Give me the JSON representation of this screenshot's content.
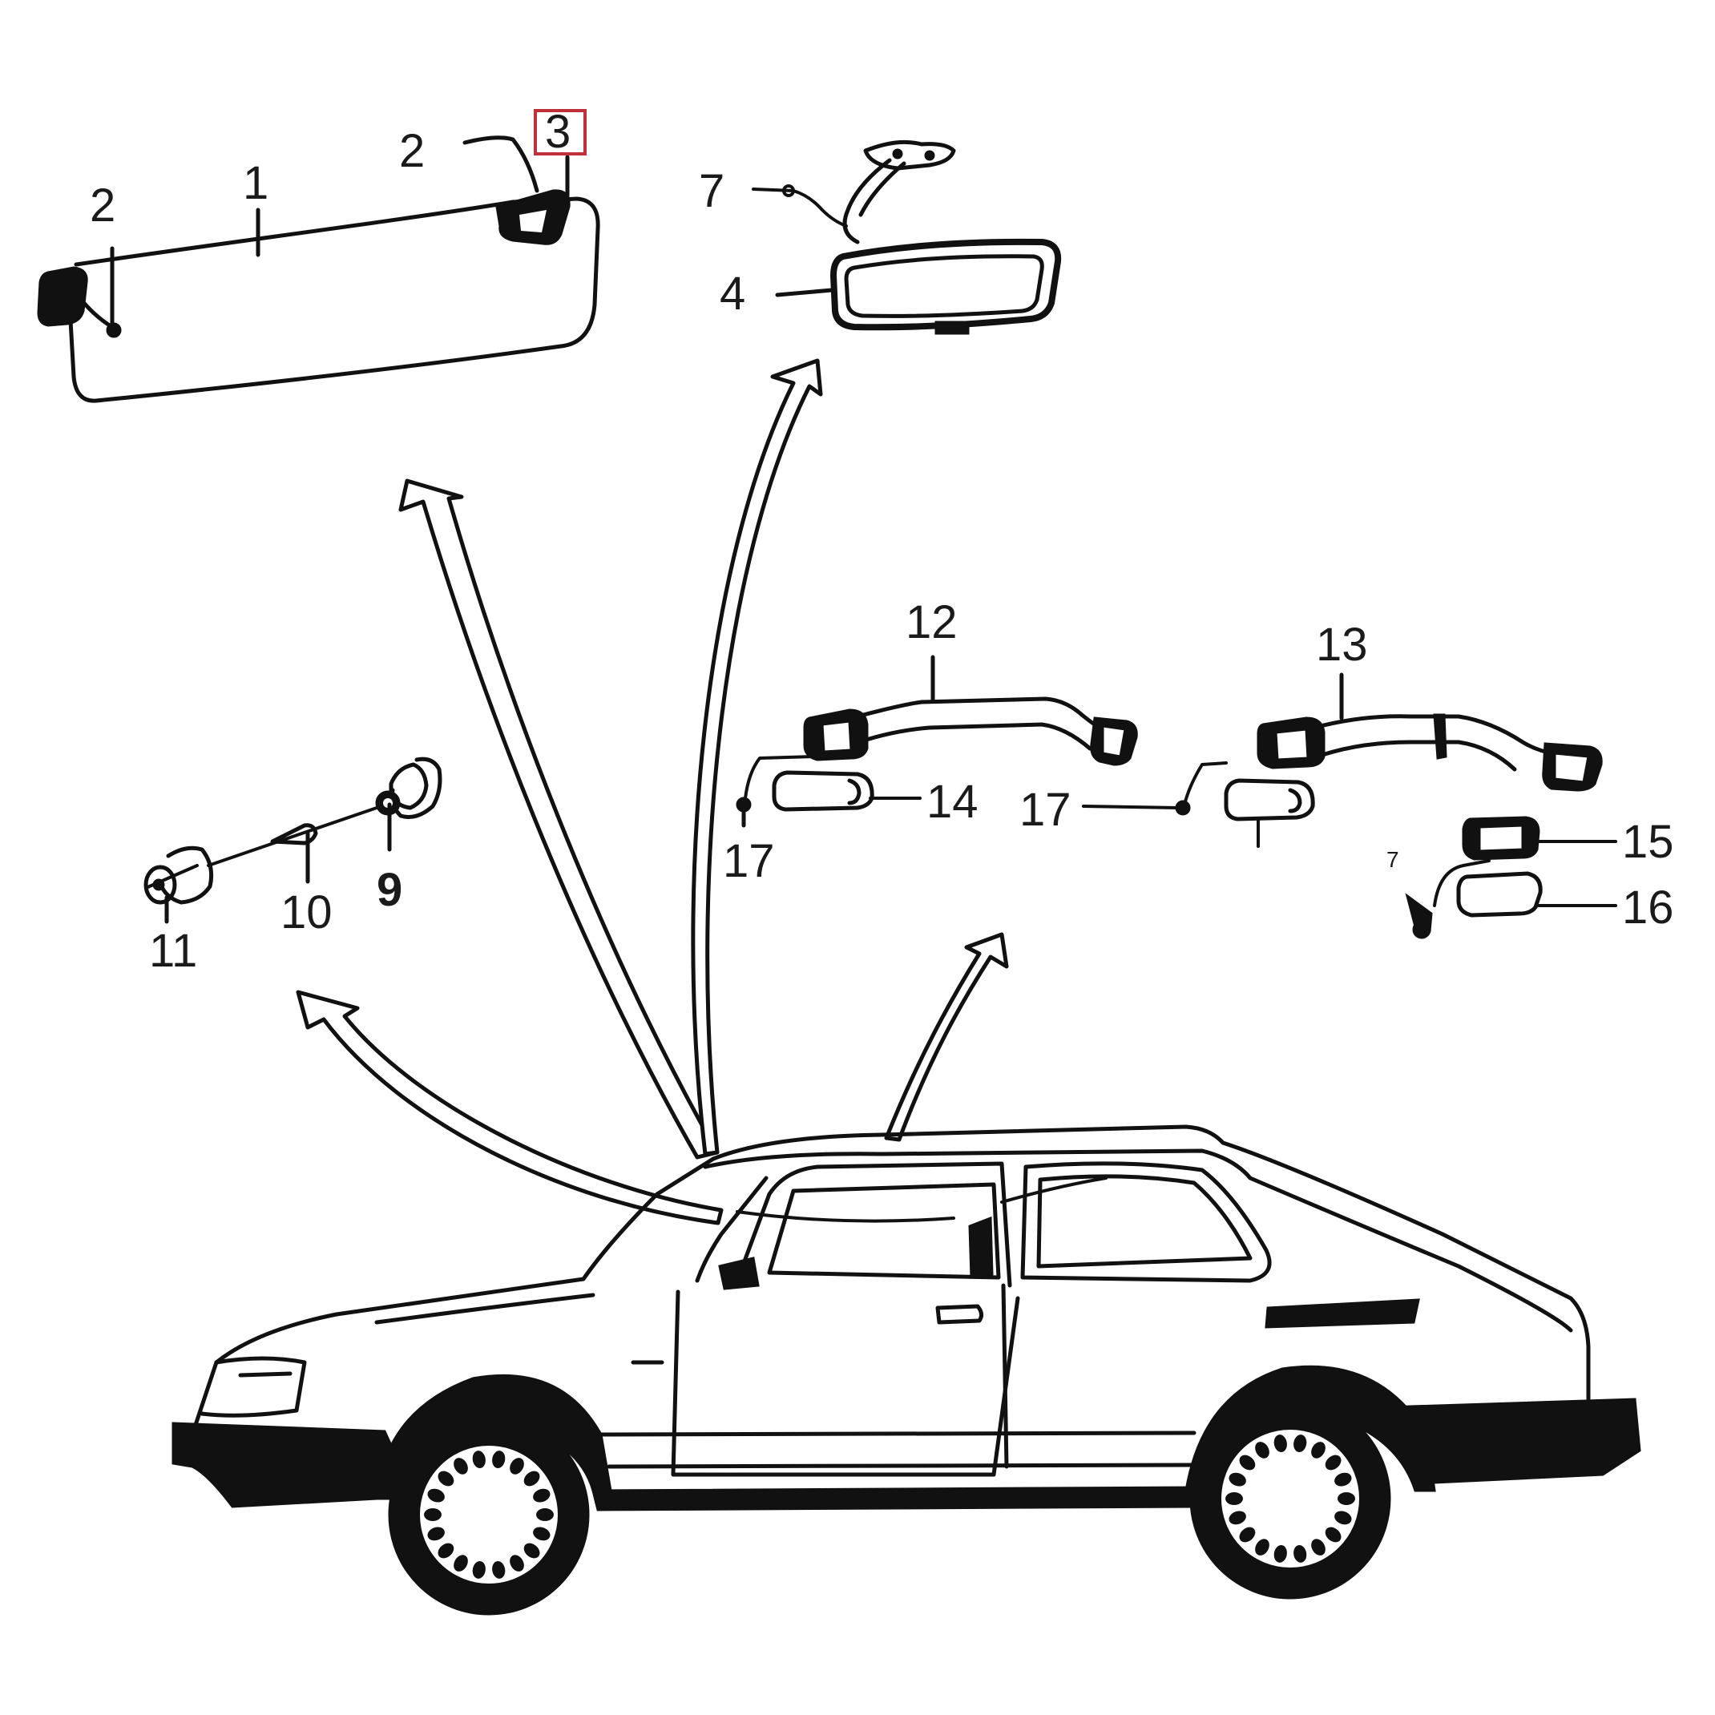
{
  "colors": {
    "line": "#111111",
    "background": "#ffffff",
    "highlight_box": "#c0303a",
    "callout_9": "#3a2a2a"
  },
  "callouts": {
    "c1": "1",
    "c2_left": "2",
    "c2_top": "2",
    "c3": "3",
    "c4": "4",
    "c7_top": "7",
    "c7_small": "7",
    "c9": "9",
    "c10": "10",
    "c11": "11",
    "c12": "12",
    "c13": "13",
    "c14": "14",
    "c15": "15",
    "c16": "16",
    "c17_left": "17",
    "c17_mid": "17"
  },
  "highlighted_callout": "3"
}
